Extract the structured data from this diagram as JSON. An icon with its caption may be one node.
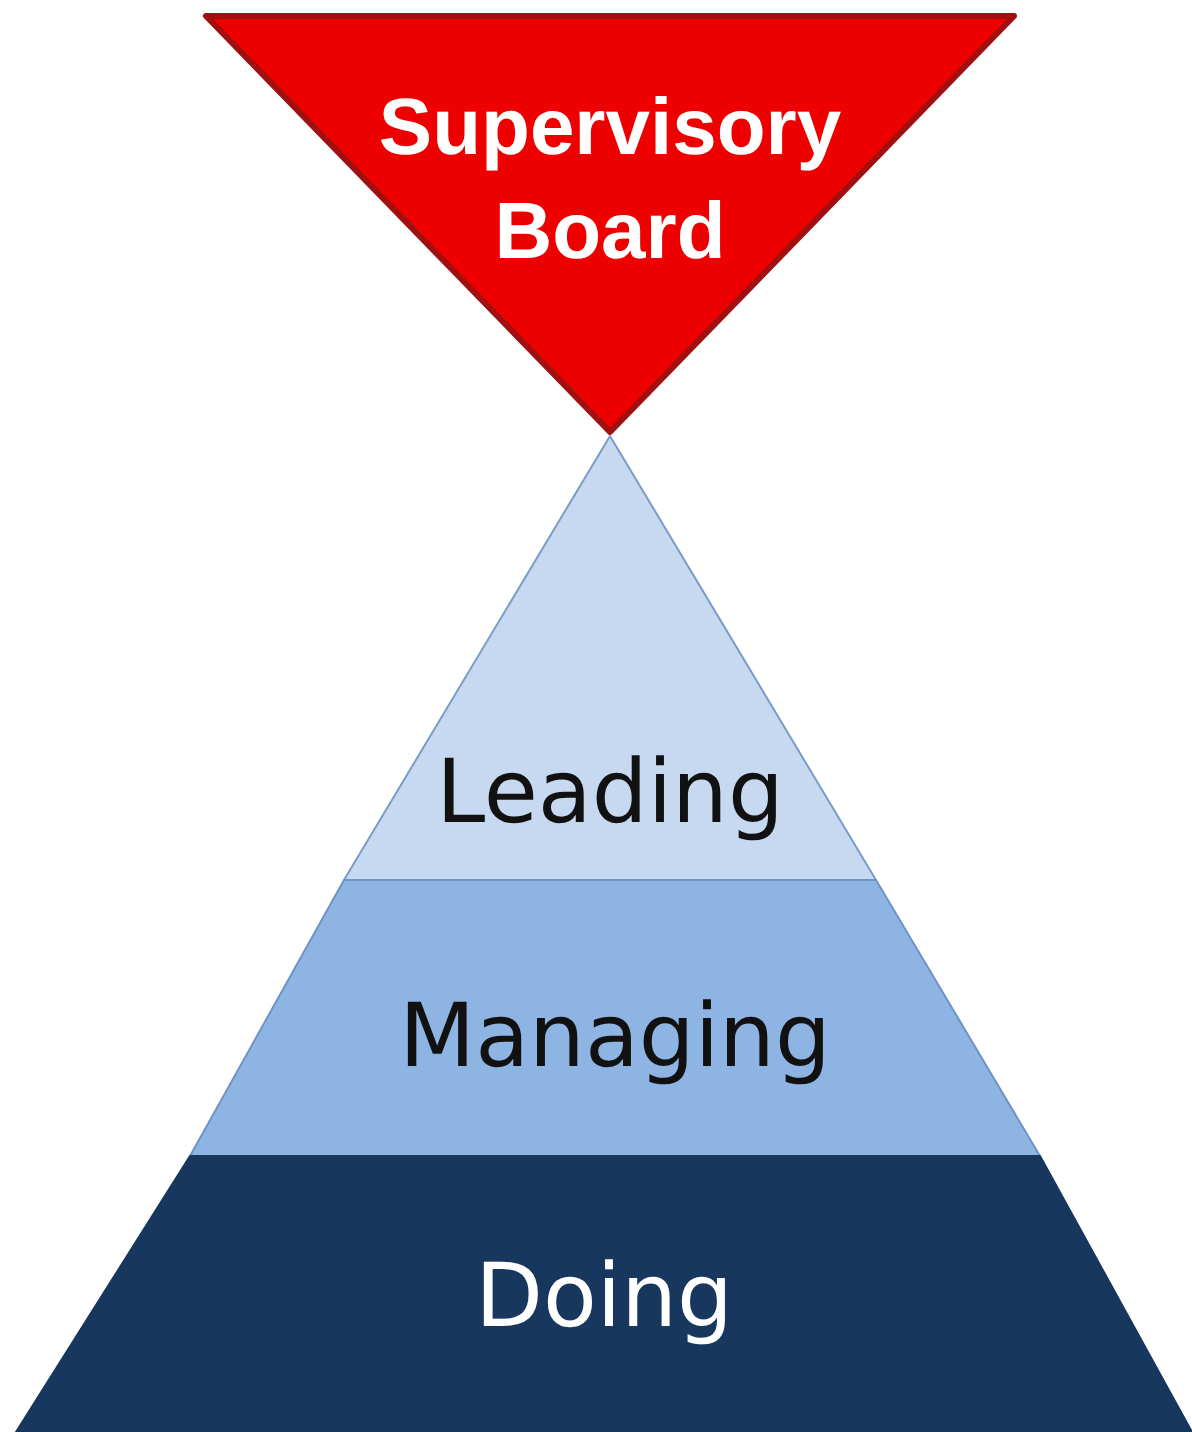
{
  "diagram": {
    "nodes": [
      {
        "text": [
          "Supervisory Board"
        ]
      },
      {
        "text": [
          "Leading"
        ]
      },
      {
        "text": [
          "Managing"
        ]
      },
      {
        "text": [
          "Doing"
        ]
      }
    ]
  }
}
